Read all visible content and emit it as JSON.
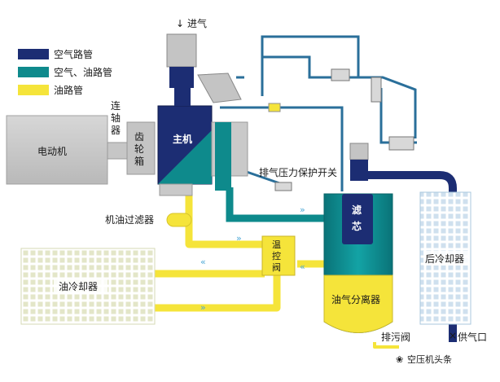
{
  "legend": {
    "items": [
      {
        "label": "空气路管",
        "color": "#1c2d73"
      },
      {
        "label": "空气、油路管",
        "color": "#0e8a8c"
      },
      {
        "label": "油路管",
        "color": "#f5e43a"
      }
    ]
  },
  "components": {
    "intake": "进气",
    "coupling": "连轴器",
    "motor": "电动机",
    "gearbox": "齿轮箱",
    "main_unit": "主机",
    "pressure_switch": "排气压力保护开关",
    "oil_filter": "机油过滤器",
    "filter_element": "滤芯",
    "thermo_valve": "温控阀",
    "aftercooler": "后冷却器",
    "oil_cooler": "油冷却器",
    "separator": "油气分离器",
    "drain_valve": "排污阀",
    "air_outlet": "供气口"
  },
  "watermark": "空压机头条",
  "colors": {
    "air": "#1c2d73",
    "air_oil": "#0e8a8c",
    "oil": "#f5e43a",
    "pipe_thin": "#2a6f9a",
    "gray": "#c8c8c8"
  }
}
